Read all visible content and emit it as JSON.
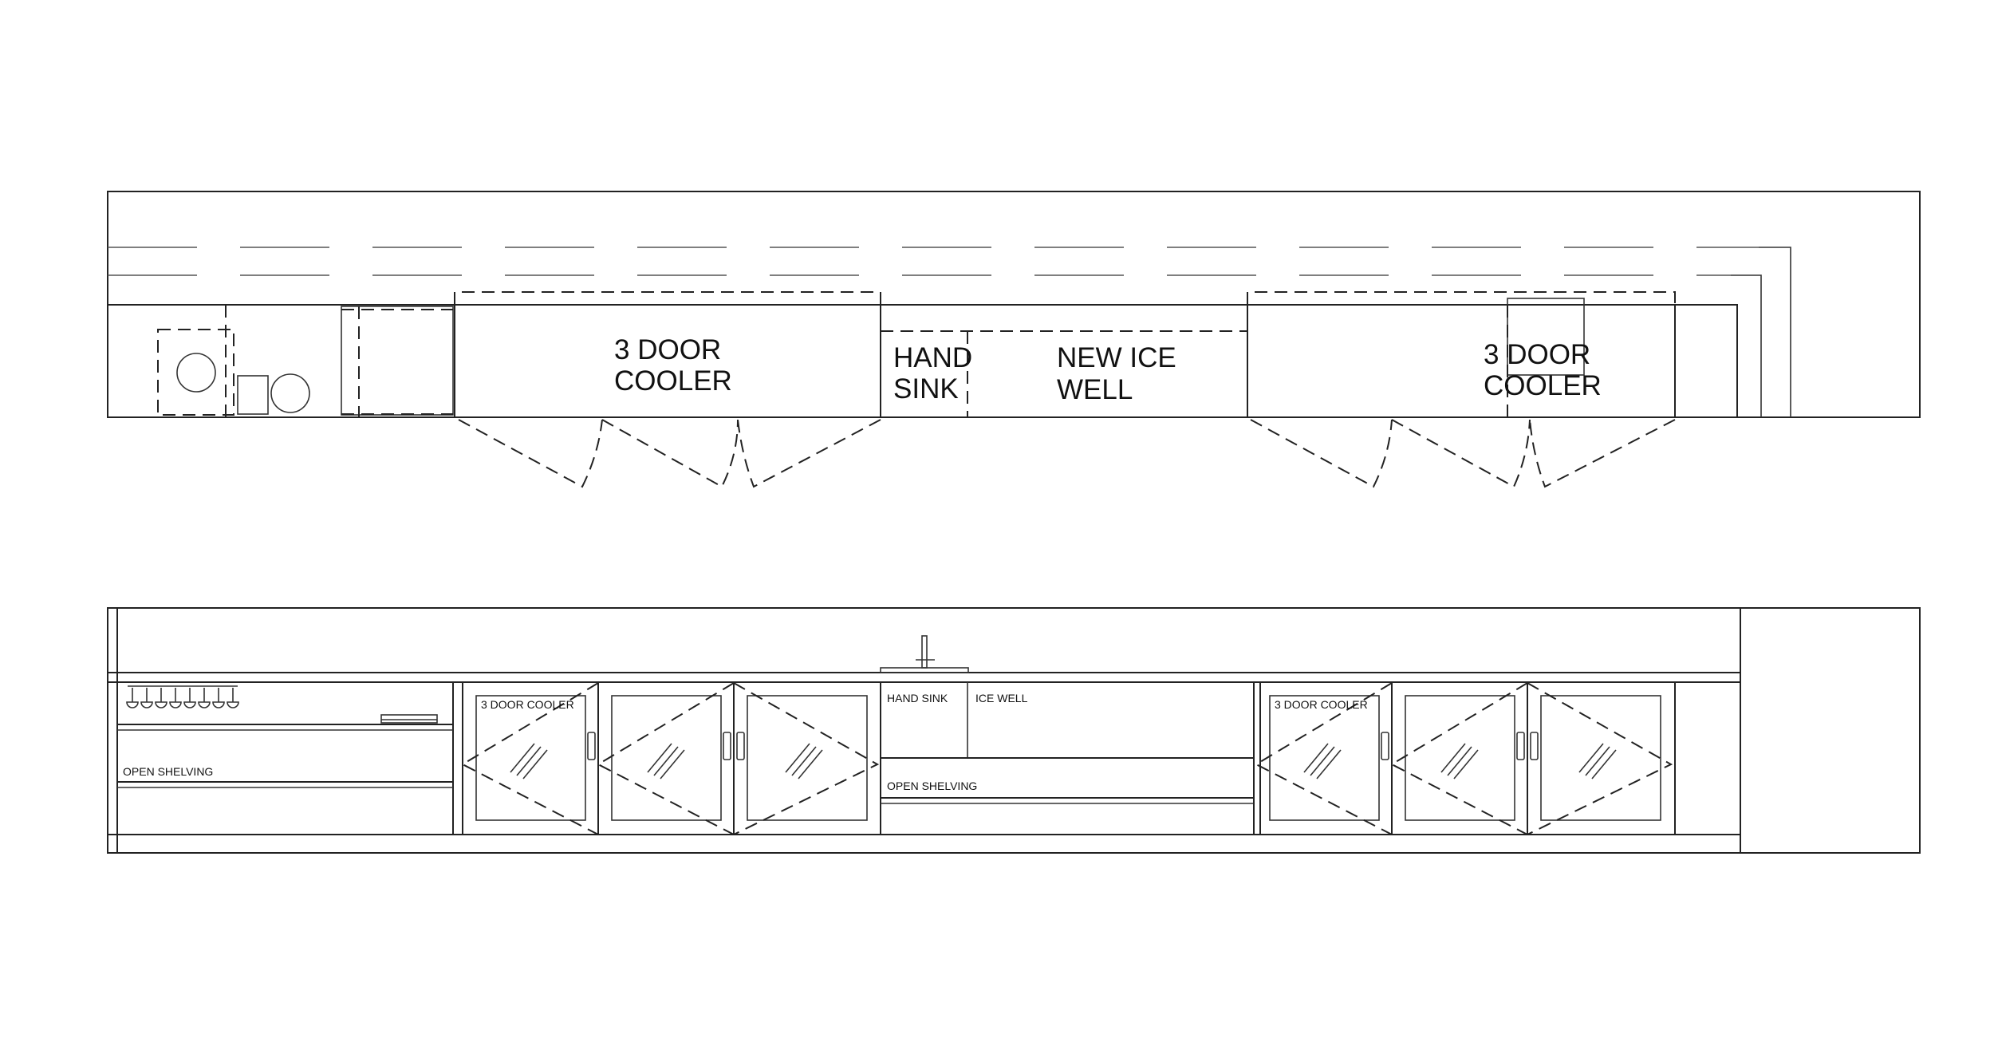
{
  "plan": {
    "left_cooler": {
      "line1": "3 DOOR",
      "line2": "COOLER"
    },
    "hand_sink": {
      "line1": "HAND",
      "line2": "SINK"
    },
    "ice_well": {
      "line1": "NEW ICE",
      "line2": "WELL"
    },
    "right_cooler": {
      "line1": "3 DOOR",
      "line2": "COOLER"
    }
  },
  "elevation": {
    "open_shelving_left": "OPEN SHELVING",
    "left_cooler": "3 DOOR COOLER",
    "hand_sink": "HAND SINK",
    "ice_well": "ICE WELL",
    "open_shelving_center": "OPEN SHELVING",
    "right_cooler": "3 DOOR COOLER"
  }
}
